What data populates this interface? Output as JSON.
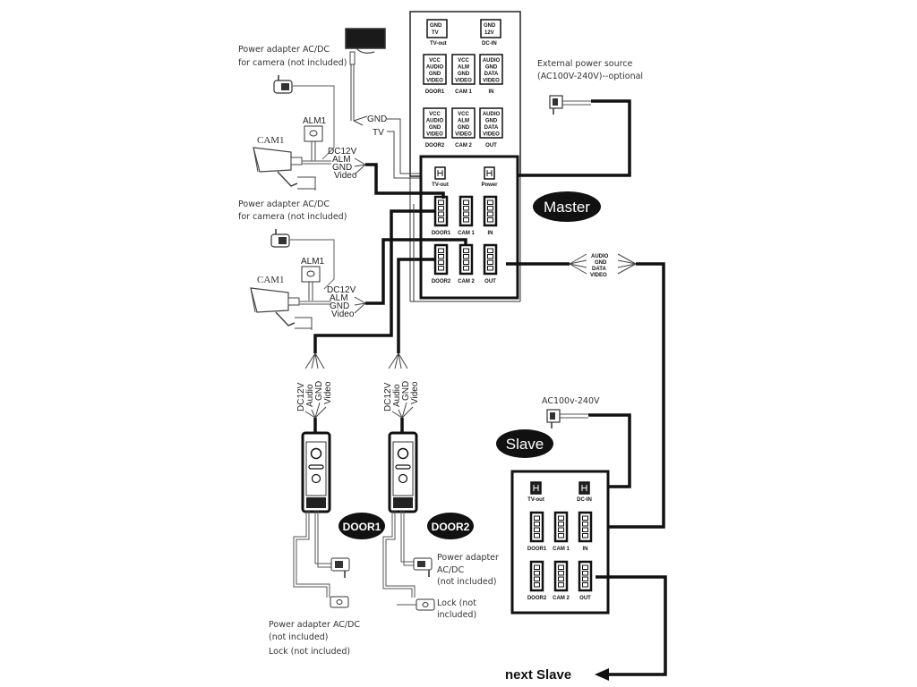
{
  "diagram": {
    "title": "Video intercom wiring diagram (Master / Slave)",
    "legend_panel": {
      "blocks": [
        {
          "id": "tvout",
          "lines": [
            "GND",
            "TV"
          ],
          "caption": "TV-out"
        },
        {
          "id": "dcin",
          "lines": [
            "GND",
            "12V"
          ],
          "caption": "DC-IN"
        },
        {
          "id": "door1",
          "lines": [
            "VCC",
            "AUDIO",
            "GND",
            "VIDEO"
          ],
          "caption": "DOOR1"
        },
        {
          "id": "cam1",
          "lines": [
            "VCC",
            "ALM",
            "GND",
            "VIDEO"
          ],
          "caption": "CAM 1"
        },
        {
          "id": "in",
          "lines": [
            "AUDIO",
            "GND",
            "DATA",
            "VIDEO"
          ],
          "caption": "IN"
        },
        {
          "id": "door2",
          "lines": [
            "VCC",
            "AUDIO",
            "GND",
            "VIDEO"
          ],
          "caption": "DOOR2"
        },
        {
          "id": "cam2",
          "lines": [
            "VCC",
            "ALM",
            "GND",
            "VIDEO"
          ],
          "caption": "CAM 2"
        },
        {
          "id": "out",
          "lines": [
            "AUDIO",
            "GND",
            "DATA",
            "VIDEO"
          ],
          "caption": "OUT"
        }
      ]
    },
    "master": {
      "badge": "Master",
      "ports": {
        "tvout": "TV-out",
        "power": "Power",
        "door1": "DOOR1",
        "cam1": "CAM 1",
        "in": "IN",
        "door2": "DOOR2",
        "cam2": "CAM 2",
        "out": "OUT"
      }
    },
    "slave": {
      "badge": "Slave",
      "power_label": "AC100v-240V",
      "ports": {
        "tvout": "TV-out",
        "dcin": "DC-IN",
        "door1": "DOOR1",
        "cam1": "CAM 1",
        "in": "IN",
        "door2": "DOOR2",
        "cam2": "CAM 2",
        "out": "OUT"
      }
    },
    "external_power": {
      "line1": "External power source",
      "line2": "(AC100V-240V)--optional"
    },
    "monitor_wires": {
      "gnd": "GND",
      "tv": "TV"
    },
    "cameras": [
      {
        "name": "CAM1",
        "alarm": "ALM1",
        "adapter_line1": "Power adapter AC/DC",
        "adapter_line2": "for camera (not included)",
        "wires": [
          "DC12V",
          "ALM",
          "GND",
          "Video"
        ]
      },
      {
        "name": "CAM1",
        "alarm": "ALM1",
        "adapter_line1": "Power adapter AC/DC",
        "adapter_line2": "for camera (not included)",
        "wires": [
          "DC12V",
          "ALM",
          "GND",
          "Video"
        ]
      }
    ],
    "door_wires": [
      "DC12V",
      "Audio",
      "GND",
      "Video"
    ],
    "master_slave_bus": [
      "AUDIO",
      "GND",
      "DATA",
      "VIDEO"
    ],
    "doors": [
      {
        "badge": "DOOR1",
        "notes": [
          "Power adapter AC/DC",
          "(not included)",
          "Lock (not included)"
        ]
      },
      {
        "badge": "DOOR2",
        "adapter": [
          "Power adapter",
          "AC/DC",
          "(not included)"
        ],
        "lock": [
          "Lock (not",
          "included)"
        ]
      }
    ],
    "next_slave": "next Slave"
  }
}
